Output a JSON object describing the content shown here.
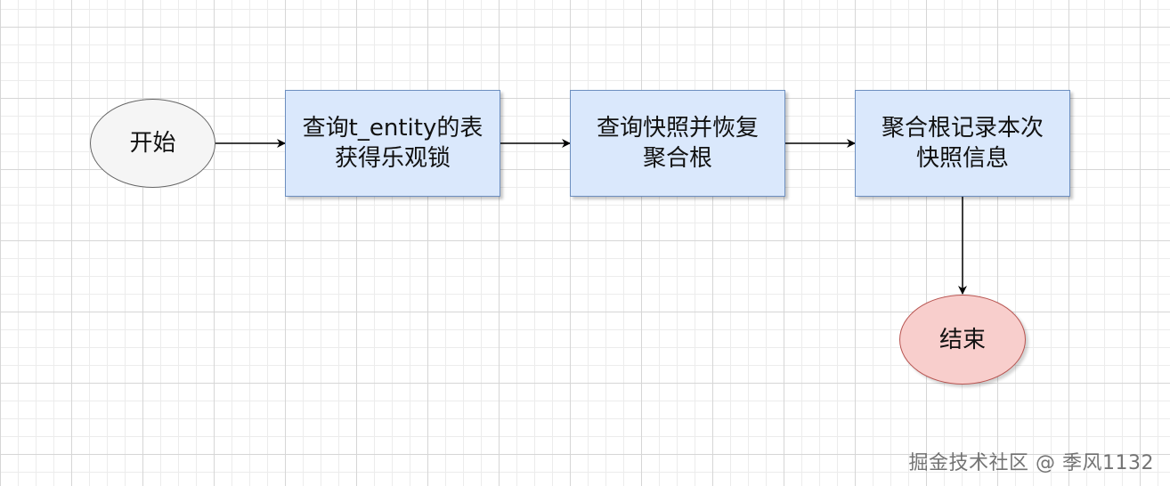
{
  "diagram": {
    "start": "开始",
    "step1": "查询t_entity的表\n获得乐观锁",
    "step2": "查询快照并恢复\n聚合根",
    "step3": "聚合根记录本次\n快照信息",
    "end": "结束"
  },
  "colors": {
    "start_fill": "#f5f5f5",
    "process_fill": "#dae8fc",
    "process_border": "#6c8ebf",
    "end_fill": "#f8cecc",
    "end_border": "#b85450",
    "edge": "#000000"
  },
  "watermark": "掘金技术社区 @ 季风1132"
}
